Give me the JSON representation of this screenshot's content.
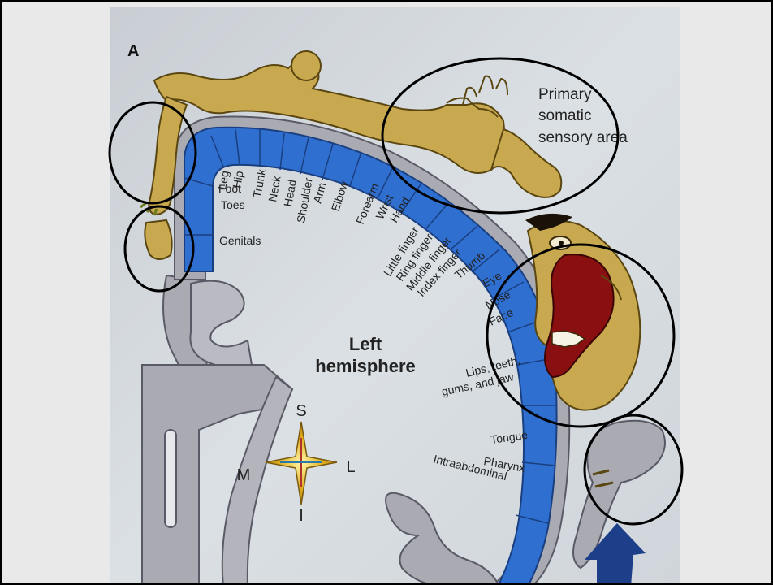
{
  "figure": {
    "panel_letter": "A",
    "title": "Primary somatic sensory area",
    "title_lines": [
      "Primary",
      "somatic",
      "sensory area"
    ],
    "hemisphere_lines": [
      "Left",
      "hemisphere"
    ],
    "compass": {
      "superior": "S",
      "inferior": "I",
      "medial": "M",
      "lateral": "L"
    },
    "body_labels": [
      {
        "key": "leg",
        "text": "Leg"
      },
      {
        "key": "hip",
        "text": "Hip"
      },
      {
        "key": "trunk",
        "text": "Trunk"
      },
      {
        "key": "neck",
        "text": "Neck"
      },
      {
        "key": "head",
        "text": "Head"
      },
      {
        "key": "shoulder",
        "text": "Shoulder"
      },
      {
        "key": "arm",
        "text": "Arm"
      },
      {
        "key": "elbow",
        "text": "Elbow"
      },
      {
        "key": "forearm",
        "text": "Forearm"
      },
      {
        "key": "wrist",
        "text": "Wrist"
      },
      {
        "key": "hand",
        "text": "Hand"
      },
      {
        "key": "little_finger",
        "text": "Little finger"
      },
      {
        "key": "ring_finger",
        "text": "Ring finger"
      },
      {
        "key": "middle_finger",
        "text": "Middle finger"
      },
      {
        "key": "index_finger",
        "text": "Index finger"
      },
      {
        "key": "thumb",
        "text": "Thumb"
      },
      {
        "key": "foot",
        "text": "Foot"
      },
      {
        "key": "toes",
        "text": "Toes"
      },
      {
        "key": "genitals",
        "text": "Genitals"
      },
      {
        "key": "eye",
        "text": "Eye"
      },
      {
        "key": "nose",
        "text": "Nose"
      },
      {
        "key": "face",
        "text": "Face"
      },
      {
        "key": "lips_line1",
        "text": "Lips, teeth,"
      },
      {
        "key": "lips_line2",
        "text": "gums, and jaw"
      },
      {
        "key": "tongue",
        "text": "Tongue"
      },
      {
        "key": "pharynx",
        "text": "Pharynx"
      },
      {
        "key": "intraabdominal",
        "text": "Intraabdominal"
      }
    ],
    "highlight_circle_count": 5,
    "colors": {
      "page": "#e9e9e9",
      "paper": "#d3d8dd",
      "cortex_blue": "#2f6fd0",
      "gray_matter": "#a9aab2",
      "skin": "#c9a94f",
      "mouth": "#8a0f10",
      "arrow": "#1d3f8a",
      "ink": "#222222"
    }
  }
}
